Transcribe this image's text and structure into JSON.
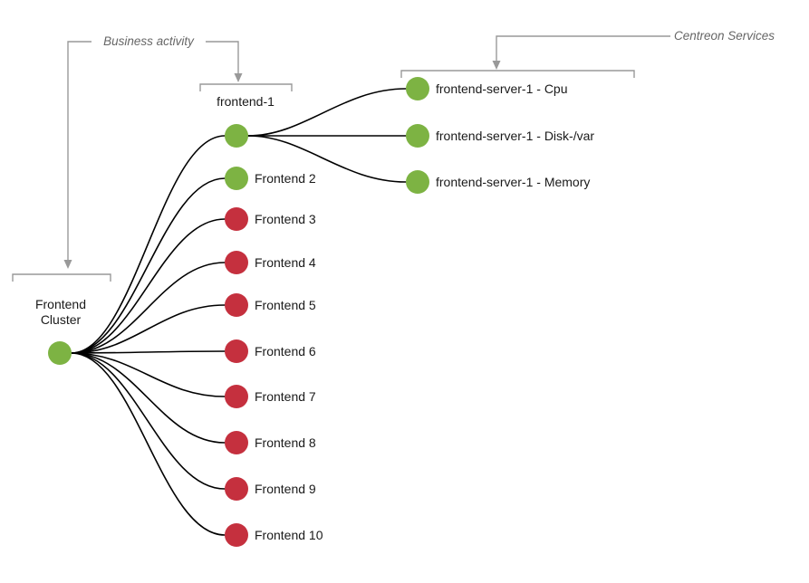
{
  "annotations": {
    "business_activity": {
      "label": "Business activity"
    },
    "centreon_services": {
      "label": "Centreon Services"
    }
  },
  "root": {
    "label_line1": "Frontend",
    "label_line2": "Cluster",
    "status": "ok",
    "color": "#7db343"
  },
  "children": [
    {
      "label": "frontend-1",
      "status": "ok",
      "color": "#7db343"
    },
    {
      "label": "Frontend 2",
      "status": "ok",
      "color": "#7db343"
    },
    {
      "label": "Frontend 3",
      "status": "critical",
      "color": "#c5303e"
    },
    {
      "label": "Frontend 4",
      "status": "critical",
      "color": "#c5303e"
    },
    {
      "label": "Frontend 5",
      "status": "critical",
      "color": "#c5303e"
    },
    {
      "label": "Frontend 6",
      "status": "critical",
      "color": "#c5303e"
    },
    {
      "label": "Frontend 7",
      "status": "critical",
      "color": "#c5303e"
    },
    {
      "label": "Frontend 8",
      "status": "critical",
      "color": "#c5303e"
    },
    {
      "label": "Frontend 9",
      "status": "critical",
      "color": "#c5303e"
    },
    {
      "label": "Frontend 10",
      "status": "critical",
      "color": "#c5303e"
    }
  ],
  "services": [
    {
      "label": "frontend-server-1 - Cpu",
      "status": "ok",
      "color": "#7db343"
    },
    {
      "label": "frontend-server-1 - Disk-/var",
      "status": "ok",
      "color": "#7db343"
    },
    {
      "label": "frontend-server-1 - Memory",
      "status": "ok",
      "color": "#7db343"
    }
  ],
  "colors": {
    "ok": "#7db343",
    "critical": "#c5303e",
    "edge": "#000000",
    "annotation_text": "#666666",
    "bracket": "#999999",
    "background": "#ffffff"
  }
}
